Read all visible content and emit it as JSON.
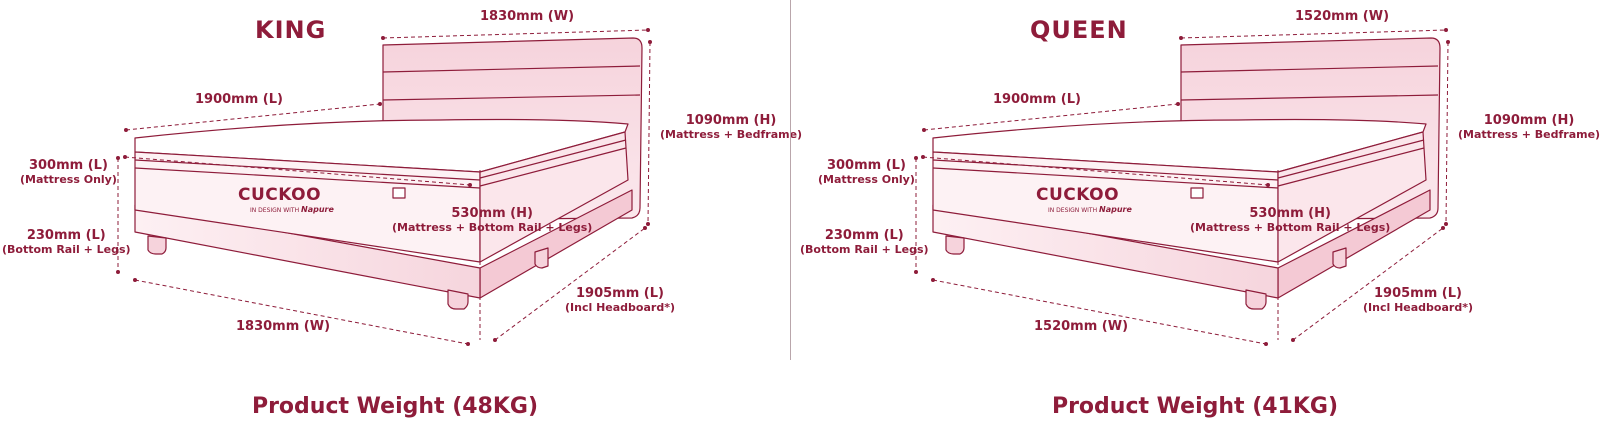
{
  "panels": [
    {
      "size": "KING",
      "headboard_width": "1830mm (W)",
      "length": "1900mm (L)",
      "total_height": "1090mm (H)",
      "total_height_note": "(Mattress + Bedframe)",
      "mattress_height": "300mm (L)",
      "mattress_height_note": "(Mattress Only)",
      "rail_height": "230mm (L)",
      "rail_height_note": "(Bottom Rail + Legs)",
      "front_height": "530mm (H)",
      "front_height_note": "(Mattress + Bottom Rail + Legs)",
      "front_width": "1830mm (W)",
      "side_length": "1905mm (L)",
      "side_length_note": "(Incl Headboard*)",
      "brand": "CUCKOO",
      "brand_tagline": "IN DESIGN WITH",
      "brand_partner": "Napure",
      "weight": "Product Weight (48KG)"
    },
    {
      "size": "QUEEN",
      "headboard_width": "1520mm (W)",
      "length": "1900mm (L)",
      "total_height": "1090mm (H)",
      "total_height_note": "(Mattress + Bedframe)",
      "mattress_height": "300mm (L)",
      "mattress_height_note": "(Mattress Only)",
      "rail_height": "230mm (L)",
      "rail_height_note": "(Bottom Rail + Legs)",
      "front_height": "530mm (H)",
      "front_height_note": "(Mattress + Bottom Rail + Legs)",
      "front_width": "1520mm (W)",
      "side_length": "1905mm (L)",
      "side_length_note": "(Incl Headboard*)",
      "brand": "CUCKOO",
      "brand_tagline": "IN DESIGN WITH",
      "brand_partner": "Napure",
      "weight": "Product Weight (41KG)"
    }
  ],
  "colors": {
    "accent": "#8e1c3a",
    "bed_fill": "#f8dfe5",
    "bed_fill_light": "#fdf2f4",
    "mattress_fill": "#ffffff"
  }
}
